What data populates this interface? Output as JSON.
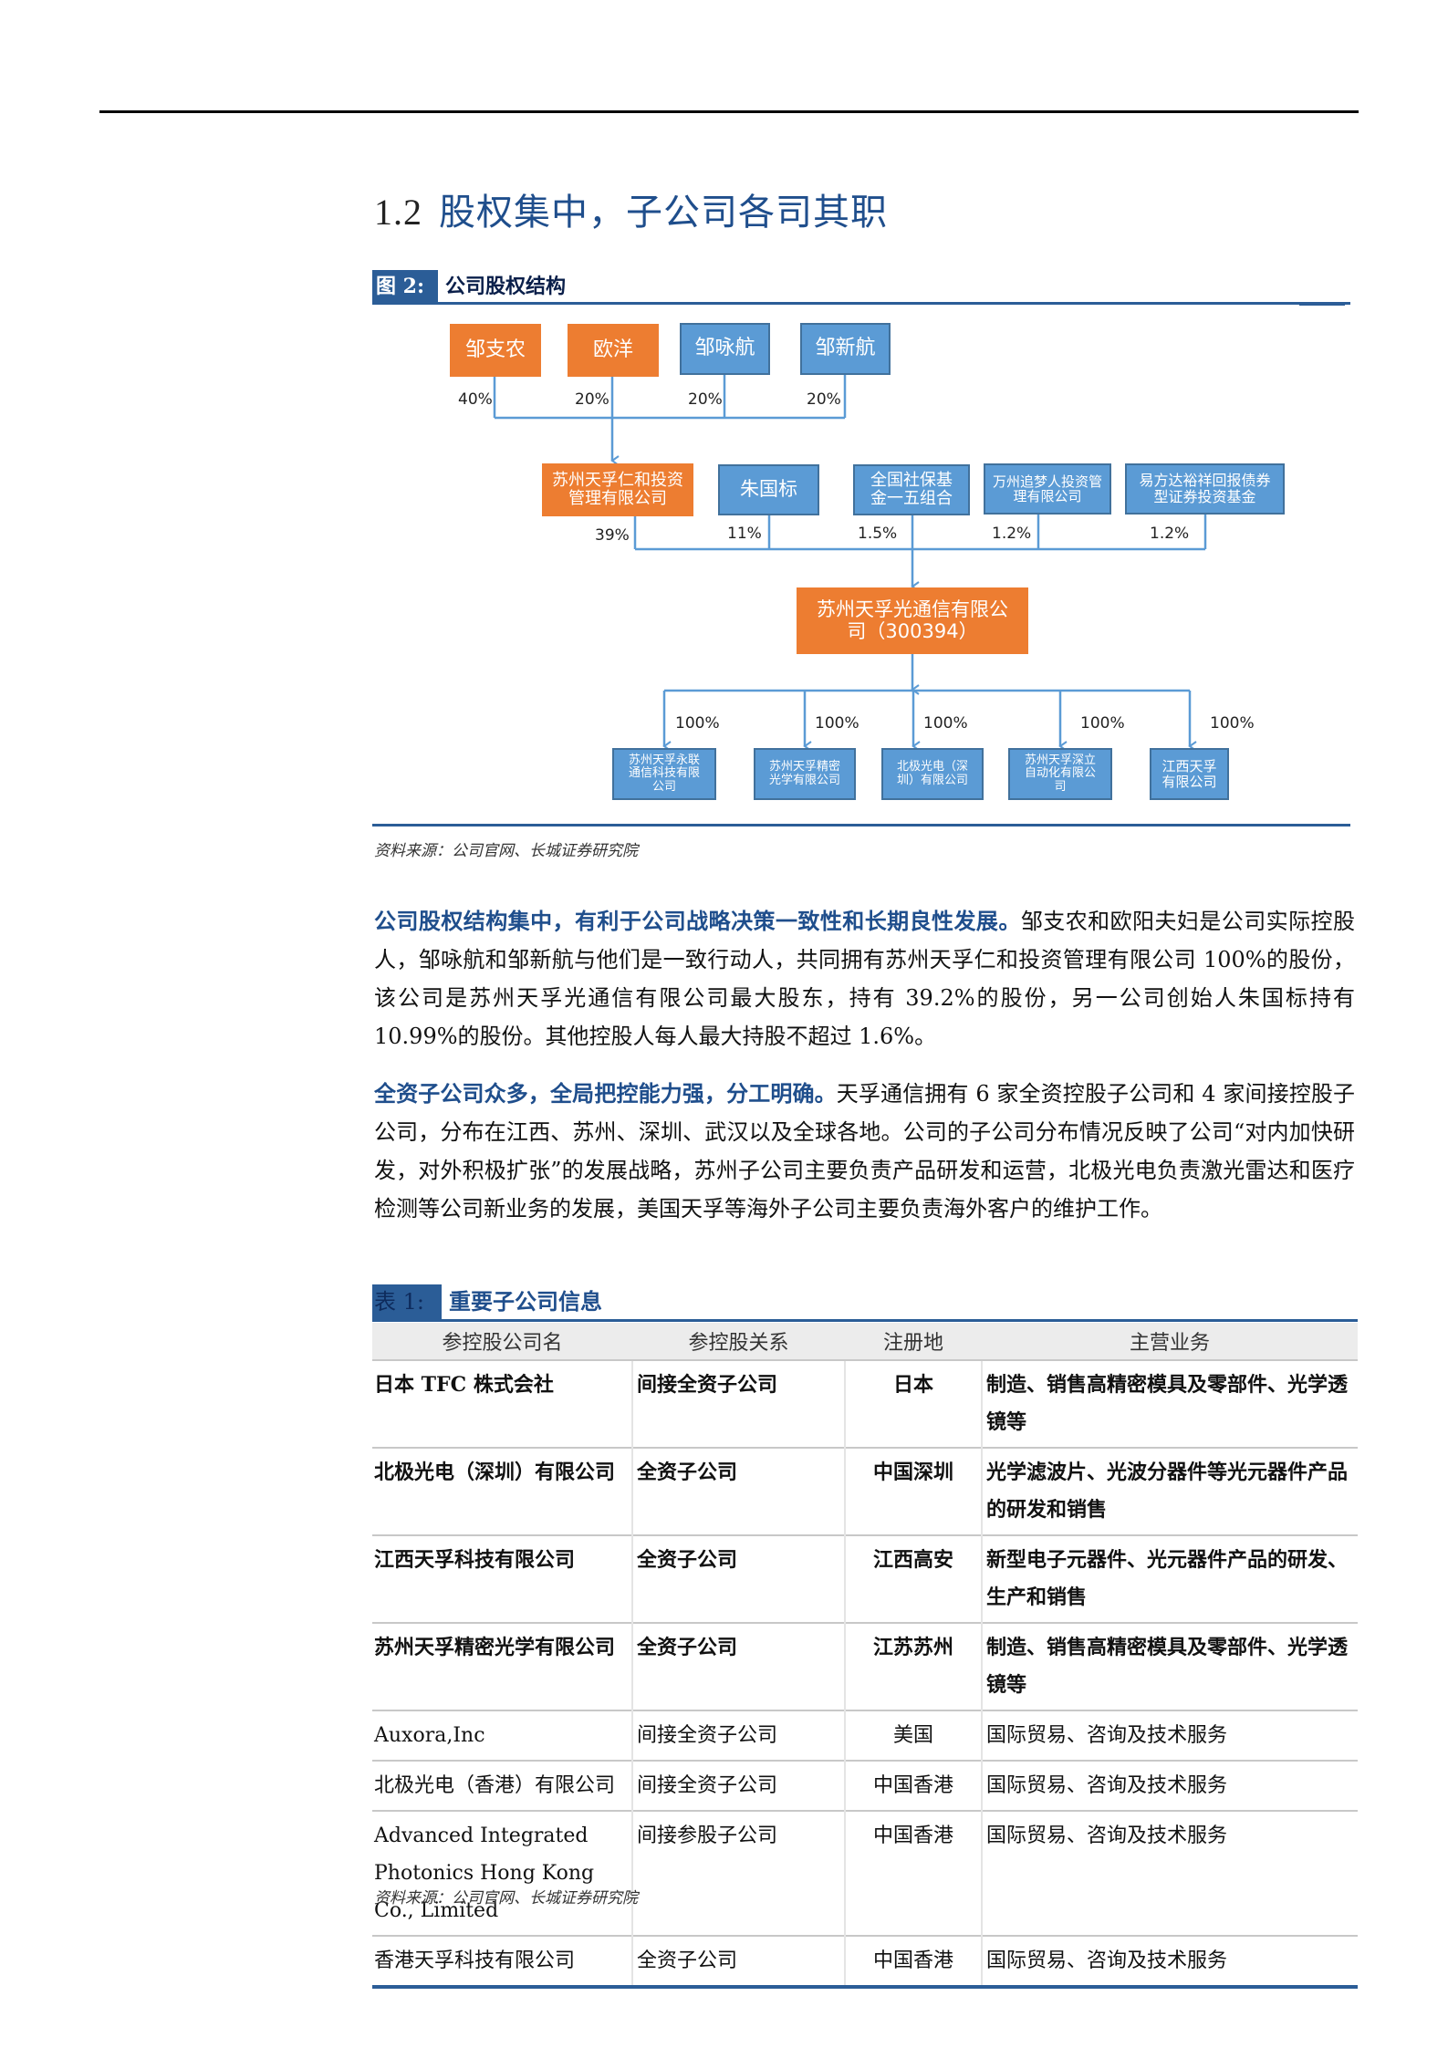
{
  "section": {
    "number": "1.2",
    "title": "股权集中，子公司各司其职"
  },
  "figure": {
    "tag": "图 2:",
    "caption": "公司股权结构",
    "source": "资料来源：公司官网、长城证券研究院",
    "colors": {
      "orange": "#ed7d31",
      "blue": "#5b9bd5",
      "connector": "#5b9bd5"
    },
    "level1": [
      {
        "name": "邹支农",
        "pct": "40%",
        "color": "orange"
      },
      {
        "name": "欧洋",
        "pct": "20%",
        "color": "orange"
      },
      {
        "name": "邹咏航",
        "pct": "20%",
        "color": "blue"
      },
      {
        "name": "邹新航",
        "pct": "20%",
        "color": "blue"
      }
    ],
    "level2": [
      {
        "name": "苏州天孚仁和投资管理有限公司",
        "pct": "39%",
        "color": "orange"
      },
      {
        "name": "朱国标",
        "pct": "11%",
        "color": "blue"
      },
      {
        "name": "全国社保基金一五组合",
        "pct": "1.5%",
        "color": "blue"
      },
      {
        "name": "万州追梦人投资管理有限公司",
        "pct": "1.2%",
        "color": "blue"
      },
      {
        "name": "易方达裕祥回报债券型证券投资基金",
        "pct": "1.2%",
        "color": "blue"
      }
    ],
    "center": {
      "name": "苏州天孚光通信有限公司（300394）",
      "color": "orange"
    },
    "subsidiaries": [
      {
        "name": "苏州天孚永联通信科技有限公司",
        "pct": "100%"
      },
      {
        "name": "苏州天孚精密光学有限公司",
        "pct": "100%"
      },
      {
        "name": "北极光电（深圳）有限公司",
        "pct": "100%"
      },
      {
        "name": "苏州天孚深立自动化有限公司",
        "pct": "100%"
      },
      {
        "name": "江西天孚有限公司",
        "pct": "100%"
      }
    ]
  },
  "paragraphs": [
    {
      "lead": "公司股权结构集中，有利于公司战略决策一致性和长期良性发展。",
      "body": "邹支农和欧阳夫妇是公司实际控股人，邹咏航和邹新航与他们是一致行动人，共同拥有苏州天孚仁和投资管理有限公司 100%的股份，该公司是苏州天孚光通信有限公司最大股东，持有 39.2%的股份，另一公司创始人朱国标持有 10.99%的股份。其他控股人每人最大持股不超过 1.6%。"
    },
    {
      "lead": "全资子公司众多，全局把控能力强，分工明确。",
      "body": "天孚通信拥有 6 家全资控股子公司和 4 家间接控股子公司，分布在江西、苏州、深圳、武汉以及全球各地。公司的子公司分布情况反映了公司“对内加快研发，对外积极扩张”的发展战略，苏州子公司主要负责产品研发和运营，北极光电负责激光雷达和医疗检测等公司新业务的发展，美国天孚等海外子公司主要负责海外客户的维护工作。"
    }
  ],
  "table": {
    "tag": "表 1:",
    "caption": "重要子公司信息",
    "columns": [
      "参控股公司名",
      "参控股关系",
      "注册地",
      "主营业务"
    ],
    "rows": [
      {
        "name": "日本 TFC 株式会社",
        "relation": "间接全资子公司",
        "location": "日本",
        "business": "制造、销售高精密模具及零部件、光学透镜等",
        "bold": true
      },
      {
        "name": "北极光电（深圳）有限公司",
        "relation": "全资子公司",
        "location": "中国深圳",
        "business": "光学滤波片、光波分器件等光元器件产品的研发和销售",
        "bold": true
      },
      {
        "name": "江西天孚科技有限公司",
        "relation": "全资子公司",
        "location": "江西高安",
        "business": "新型电子元器件、光元器件产品的研发、生产和销售",
        "bold": true
      },
      {
        "name": "苏州天孚精密光学有限公司",
        "relation": "全资子公司",
        "location": "江苏苏州",
        "business": "制造、销售高精密模具及零部件、光学透镜等",
        "bold": true
      },
      {
        "name": "Auxora,Inc",
        "relation": "间接全资子公司",
        "location": "美国",
        "business": "国际贸易、咨询及技术服务",
        "bold": false
      },
      {
        "name": "北极光电（香港）有限公司",
        "relation": "间接全资子公司",
        "location": "中国香港",
        "business": "国际贸易、咨询及技术服务",
        "bold": false
      },
      {
        "name": "Advanced Integrated Photonics Hong Kong Co., Limited",
        "relation": "间接参股子公司",
        "location": "中国香港",
        "business": "国际贸易、咨询及技术服务",
        "bold": false
      },
      {
        "name": "香港天孚科技有限公司",
        "relation": "全资子公司",
        "location": "中国香港",
        "business": "国际贸易、咨询及技术服务",
        "bold": false
      }
    ],
    "source": "资料来源：公司官网、长城证券研究院"
  }
}
